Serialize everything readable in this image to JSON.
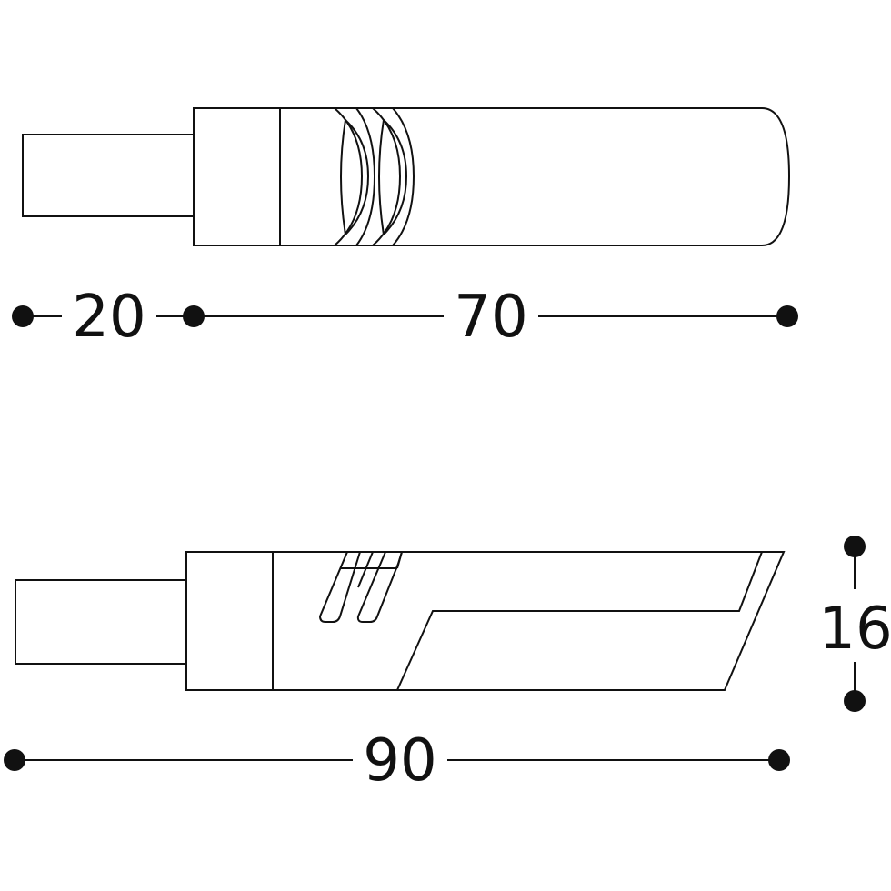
{
  "dimensions": {
    "stem_length": "20",
    "body_length": "70",
    "total_length": "90",
    "height": "16"
  },
  "colors": {
    "line": "#111111",
    "background": "#ffffff"
  }
}
